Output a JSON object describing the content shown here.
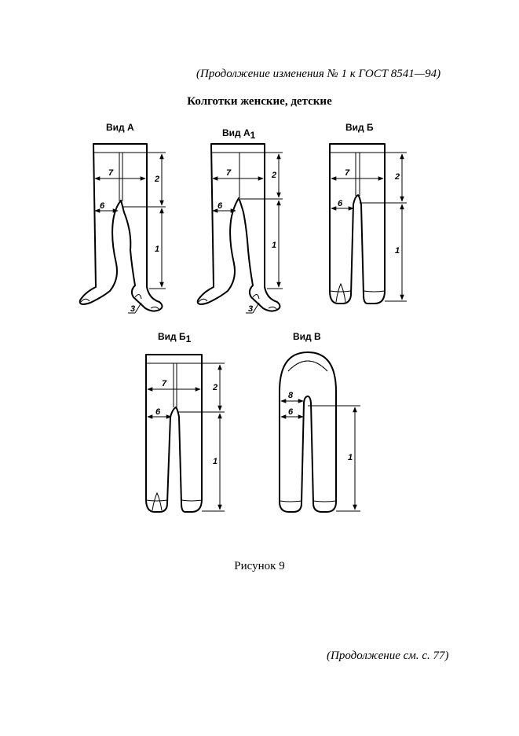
{
  "header": {
    "continuation": "(Продолжение изменения № 1 к ГОСТ 8541—94)"
  },
  "title": "Колготки женские, детские",
  "views": {
    "a": {
      "label": "Вид А"
    },
    "a1": {
      "label": "Вид А",
      "sub": "1"
    },
    "b": {
      "label": "Вид Б"
    },
    "b1": {
      "label": "Вид Б",
      "sub": "1"
    },
    "v": {
      "label": "Вид В"
    }
  },
  "dims": {
    "d1": "1",
    "d2": "2",
    "d3": "3",
    "d6": "6",
    "d7": "7",
    "d8": "8"
  },
  "caption": "Рисунок 9",
  "footer": {
    "continuation": "(Продолжение см. с. 77)"
  }
}
